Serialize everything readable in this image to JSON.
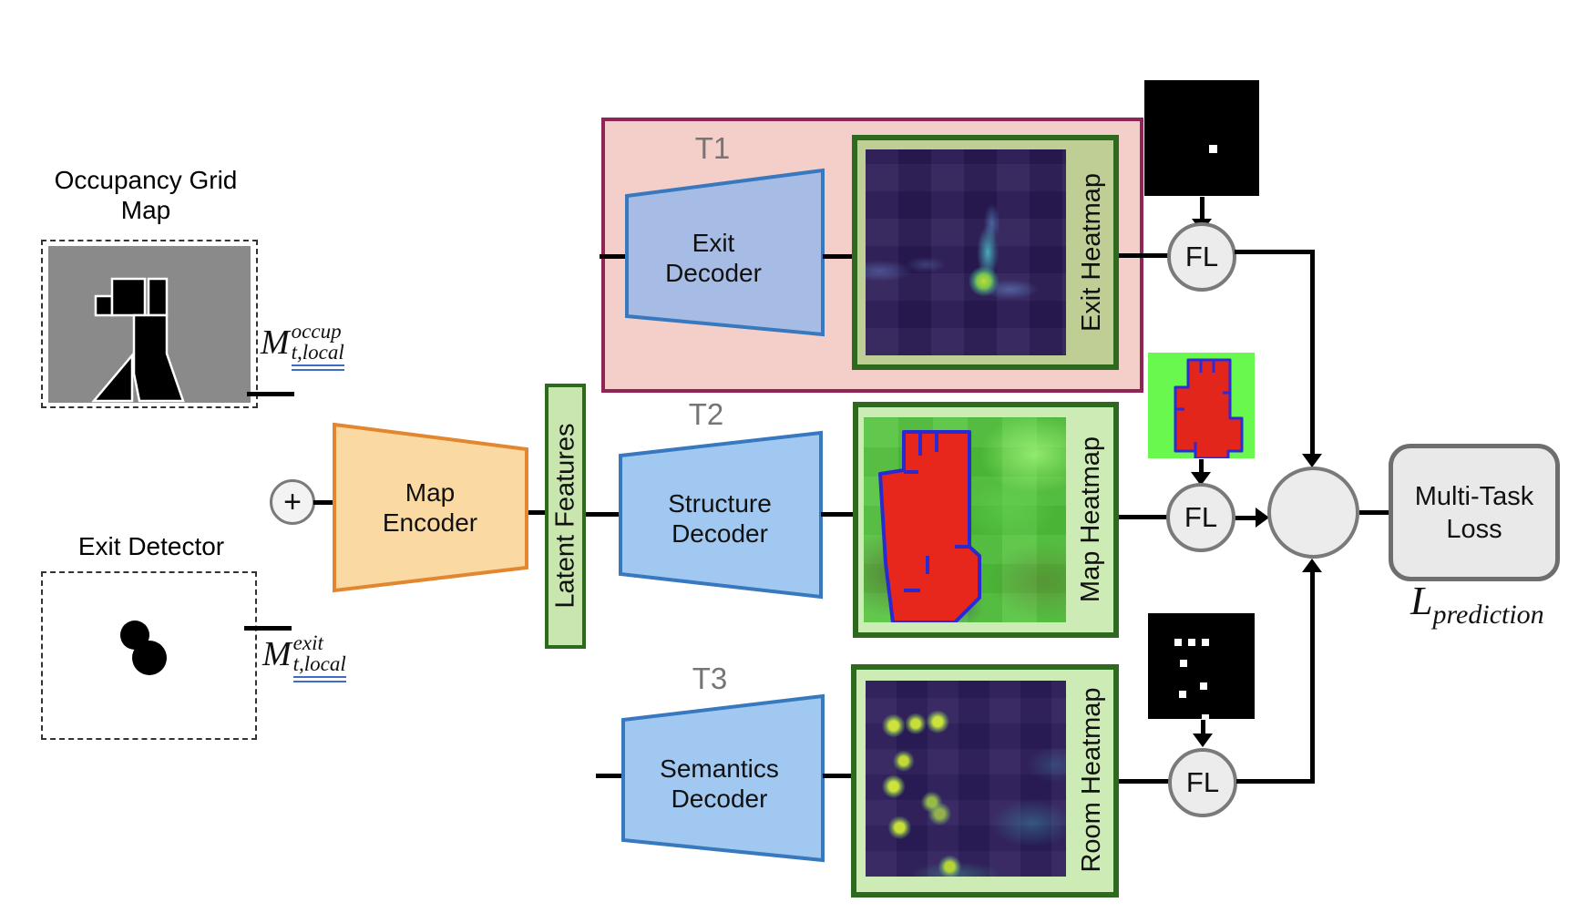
{
  "inputs": {
    "occupancy": {
      "title": "Occupancy Grid Map",
      "symbol_base": "M",
      "symbol_sup": "occup",
      "symbol_sub": "t,local"
    },
    "exit_detector": {
      "title": "Exit Detector",
      "symbol_base": "M",
      "symbol_sup": "exit",
      "symbol_sub": "t,local"
    }
  },
  "combiner": {
    "label": "+"
  },
  "encoder": {
    "label": "Map Encoder"
  },
  "latent": {
    "label": "Latent Features"
  },
  "tasks": [
    {
      "tag": "T1",
      "decoder_label": "Exit Decoder",
      "heatmap_label": "Exit Heatmap",
      "loss_label": "FL"
    },
    {
      "tag": "T2",
      "decoder_label": "Structure Decoder",
      "heatmap_label": "Map Heatmap",
      "loss_label": "FL"
    },
    {
      "tag": "T3",
      "decoder_label": "Semantics Decoder",
      "heatmap_label": "Room Heatmap",
      "loss_label": "FL"
    }
  ],
  "output": {
    "loss_box_label": "Multi-Task Loss",
    "symbol_base": "L",
    "symbol_sub": "prediction"
  },
  "colors": {
    "encoder_fill": "#FAD9A3",
    "encoder_border": "#E2862F",
    "decoder_fill_t1": "#A7BCE5",
    "decoder_fill": "#A0C8F0",
    "decoder_border": "#3878BE",
    "latent_fill": "#C9E6AF",
    "green_border": "#2E6A1E",
    "t1_group_fill": "#F4CFC9",
    "t1_group_border": "#8F2457",
    "exit_heatmap_box_fill": "#BECE94",
    "heatmap_box_fill": "#CDEBB4",
    "circle_fill": "#ECECEC",
    "circle_border": "#7A7A7A",
    "underline_blue": "#3E6CC7",
    "tag_gray": "#757575",
    "gt_map_green": "#69F84D",
    "gt_plan_red": "#E3261C",
    "gt_plan_blue": "#2B2BD8"
  }
}
